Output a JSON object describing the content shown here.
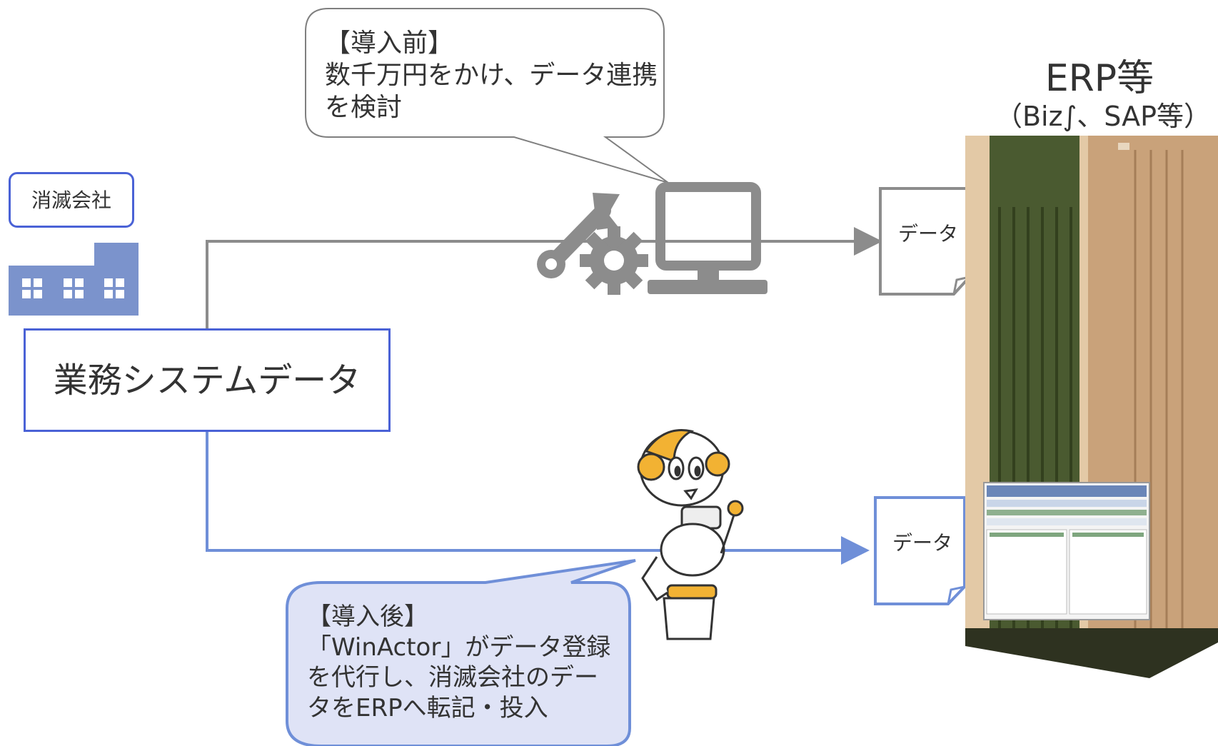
{
  "company": {
    "label": "消滅会社"
  },
  "system_box": {
    "label": "業務システムデータ"
  },
  "before_bubble": {
    "lines": [
      "【導入前】",
      "数千万円をかけ、データ連携",
      "を検討"
    ]
  },
  "after_bubble": {
    "lines": [
      "【導入後】",
      "「WinActor」がデータ登録",
      "を代行し、消滅会社のデー",
      "タをERPへ転記・投入"
    ]
  },
  "erp": {
    "title": "ERP等",
    "subtitle": "（Biz∫、SAP等）"
  },
  "documents": [
    {
      "label": "データ"
    },
    {
      "label": "データ"
    }
  ],
  "icons": [
    "office-building-icon",
    "wrench-gear-icon",
    "computer-monitor-icon",
    "document-icon",
    "robot-icon",
    "server-rack-icon",
    "erp-screen-icon"
  ],
  "colors": {
    "blue_accent": "#4a62d6",
    "blue_line": "#6f8fd8",
    "gray_line": "#8c8c8c",
    "building": "#7b93cc",
    "bubble_blue_fill": "#dfe3f6",
    "robot_yellow": "#f2b233",
    "server_tan": "#c9a27a",
    "server_green": "#4a5a30"
  }
}
